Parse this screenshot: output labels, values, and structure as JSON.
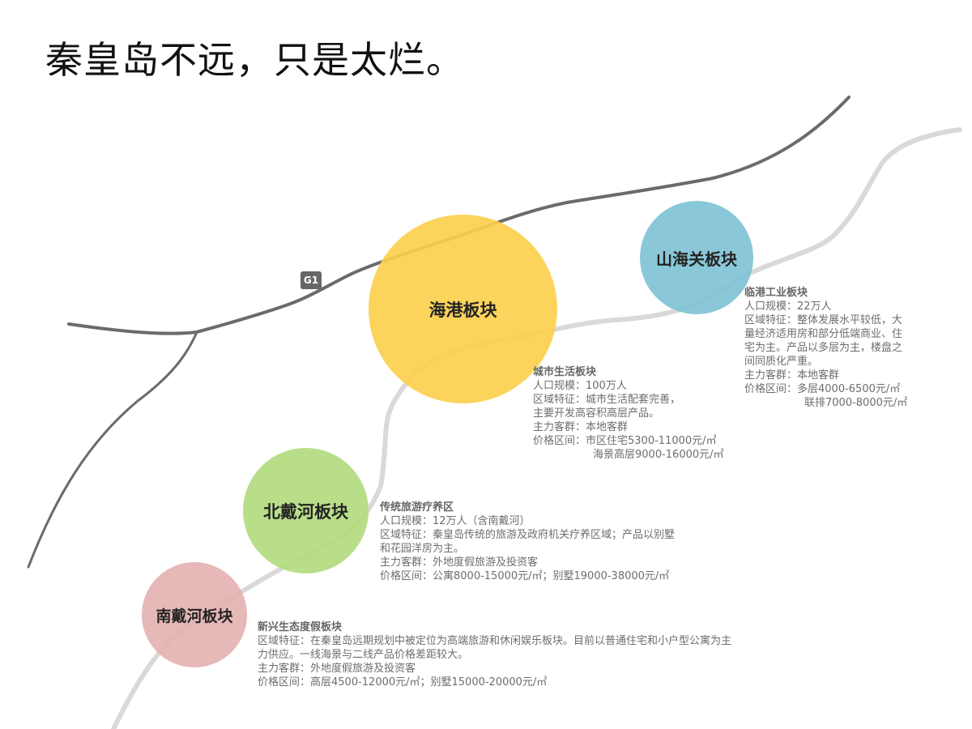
{
  "title": "秦皇岛不远，只是太烂。",
  "road_badge": "G1",
  "colors": {
    "haigang": "#fcd04e",
    "shanhaiguan": "#7fc3d6",
    "beidaihe": "#b3dc80",
    "nandaihe": "#e6b3b3",
    "highway": "#6b6b6b",
    "coast_road": "#d9d9d9"
  },
  "districts": [
    {
      "name": "海港板块",
      "type": "城市生活板块",
      "lines": [
        "人口规模：100万人",
        "区域特征：城市生活配套完善，",
        "主要开发高容积高层产品。",
        "主力客群：本地客群",
        "价格区间：市区住宅5300-11000元/㎡"
      ],
      "extra": "海景高层9000-16000元/㎡"
    },
    {
      "name": "山海关板块",
      "type": "临港工业板块",
      "lines": [
        "人口规模：22万人",
        "区域特征：整体发展水平较低，大",
        "量经济适用房和部分低端商业、住",
        "宅为主。产品以多层为主，楼盘之",
        "间同质化严重。",
        "主力客群：本地客群",
        "价格区间：多层4000-6500元/㎡"
      ],
      "extra": "联排7000-8000元/㎡"
    },
    {
      "name": "北戴河板块",
      "type": "传统旅游疗养区",
      "lines": [
        "人口规模：12万人（含南戴河）",
        "区域特征：秦皇岛传统的旅游及政府机关疗养区域；产品以别墅",
        "和花园洋房为主。",
        "主力客群：外地度假旅游及投资客",
        "价格区间：公寓8000-15000元/㎡；别墅19000-38000元/㎡"
      ]
    },
    {
      "name": "南戴河板块",
      "type": "新兴生态度假板块",
      "lines": [
        "区域特征：在秦皇岛远期规划中被定位为高端旅游和休闲娱乐板块。目前以普通住宅和小户型公寓为主",
        "力供应。一线海景与二线产品价格差距较大。",
        "主力客群：外地度假旅游及投资客",
        "价格区间：高层4500-12000元/㎡；别墅15000-20000元/㎡"
      ]
    }
  ]
}
